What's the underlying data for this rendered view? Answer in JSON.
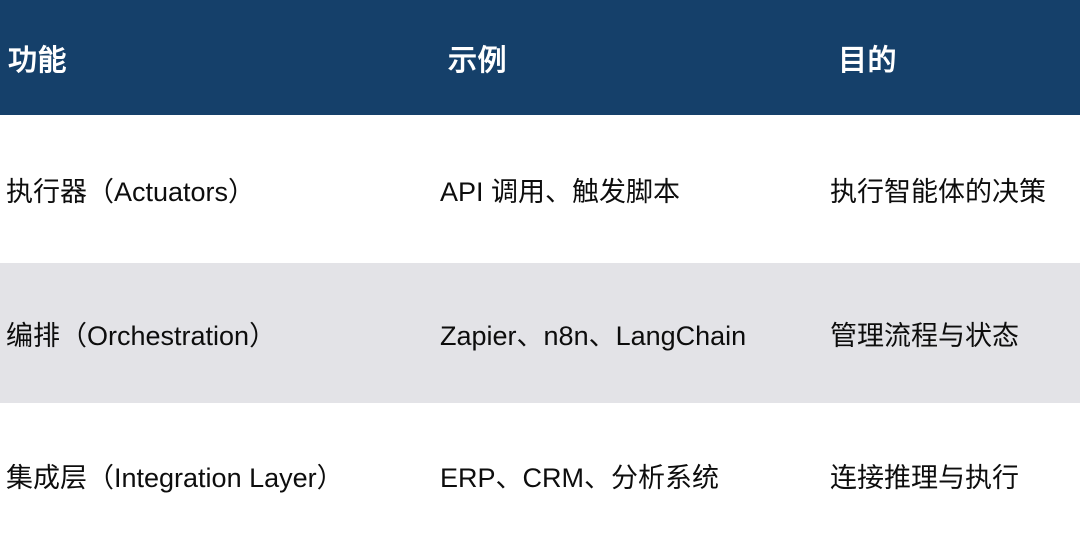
{
  "table": {
    "columns": [
      {
        "key": "feature",
        "label": "功能"
      },
      {
        "key": "example",
        "label": "示例"
      },
      {
        "key": "purpose",
        "label": "目的"
      }
    ],
    "rows": [
      {
        "feature": "执行器（Actuators）",
        "example": "API 调用、触发脚本",
        "purpose": "执行智能体的决策",
        "striped": false
      },
      {
        "feature": "编排（Orchestration）",
        "example": "Zapier、n8n、LangChain",
        "purpose": "管理流程与状态",
        "striped": true
      },
      {
        "feature": "集成层（Integration Layer）",
        "example": "ERP、CRM、分析系统",
        "purpose": "连接推理与执行",
        "striped": false
      }
    ],
    "colors": {
      "header_background": "#15406A",
      "header_text": "#FFFFFF",
      "row_background": "#FFFFFF",
      "row_striped_background": "#E3E3E7",
      "body_text": "#0D0D0D"
    }
  }
}
